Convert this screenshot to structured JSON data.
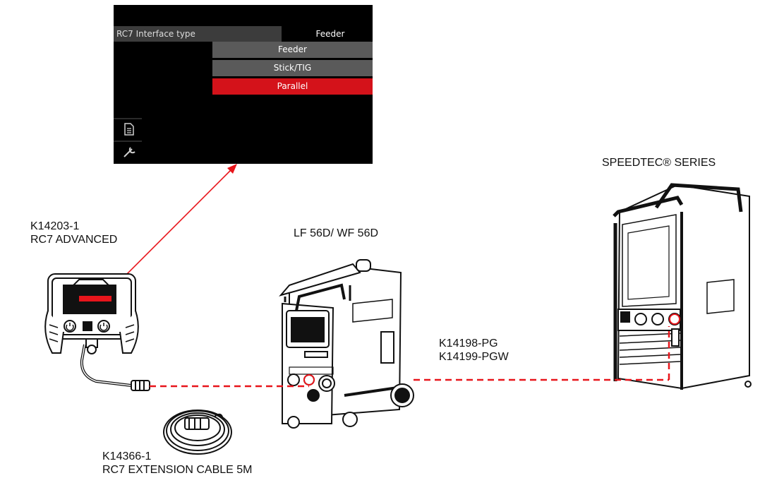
{
  "screen": {
    "header_label": "RC7 Interface type",
    "header_value": "Feeder",
    "options": [
      {
        "label": "Feeder",
        "selected": false
      },
      {
        "label": "Stick/TIG",
        "selected": false
      },
      {
        "label": "Parallel",
        "selected": true
      }
    ],
    "icons": [
      "document-icon",
      "wrench-icon"
    ]
  },
  "components": {
    "rc7": {
      "part": "K14203-1",
      "name": "RC7 ADVANCED"
    },
    "feeder": {
      "name": "LF 56D/ WF 56D"
    },
    "power_source": {
      "name": "SPEEDTEC® SERIES"
    },
    "cable_link": {
      "part1": "K14198-PG",
      "part2": "K14199-PGW"
    },
    "extension": {
      "part": "K14366-1",
      "name": "RC7 EXTENSION CABLE 5M"
    }
  },
  "colors": {
    "connection": "#e8151b",
    "selected": "#d4121a",
    "option_bg": "#5a5a5a",
    "header_bg": "#3c3c3c"
  }
}
